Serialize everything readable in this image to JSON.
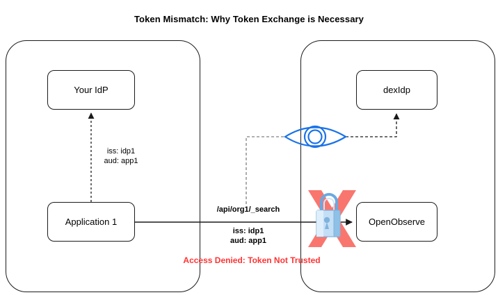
{
  "diagram": {
    "title": "Token Mismatch: Why Token Exchange is Necessary",
    "type": "flow-diagram",
    "colors": {
      "stroke": "#1a1a1a",
      "background": "#ffffff",
      "error_text": "#ff3333",
      "cross_mark": "#f9766e",
      "eye_icon": "#1a73e8",
      "lock_body": "#bcdcf5",
      "dashed_gray": "#808080"
    },
    "panels": [
      {
        "id": "left-boundary",
        "name": "left-trust-boundary"
      },
      {
        "id": "right-boundary",
        "name": "right-trust-boundary"
      }
    ],
    "nodes": [
      {
        "id": "your-idp",
        "label": "Your IdP",
        "panel": "left"
      },
      {
        "id": "application",
        "label": "Application 1",
        "panel": "left"
      },
      {
        "id": "dexidp",
        "label": "dexIdp",
        "panel": "right"
      },
      {
        "id": "openobserve",
        "label": "OpenObserve",
        "panel": "right"
      }
    ],
    "edges": [
      {
        "id": "app-to-idp",
        "from": "application",
        "to": "your-idp",
        "style": "dashed",
        "color": "#1a1a1a",
        "label_lines": [
          "iss: idp1",
          "aud: app1"
        ]
      },
      {
        "id": "app-to-openobserve",
        "from": "application",
        "to": "openobserve",
        "style": "solid",
        "color": "#1a1a1a",
        "blocked": true
      },
      {
        "id": "eye-to-dexidp",
        "from": "inspection-eye",
        "to": "dexidp",
        "style": "dashed",
        "color": "#1a1a1a"
      },
      {
        "id": "request-to-eye",
        "from": "request-label",
        "to": "inspection-eye",
        "style": "dashed",
        "color": "#808080"
      }
    ],
    "labels": {
      "idp_token_line1": "iss: idp1",
      "idp_token_line2": "aud: app1",
      "request_path": "/api/org1/_search",
      "request_token_line1": "iss: idp1",
      "request_token_line2": "aud: app1",
      "access_denied": "Access Denied: Token Not Trusted"
    },
    "icons": [
      {
        "name": "eye-icon",
        "meaning": "token-inspection"
      },
      {
        "name": "lock-icon",
        "meaning": "access-locked"
      },
      {
        "name": "cross-mark-icon",
        "meaning": "request-blocked"
      }
    ]
  }
}
